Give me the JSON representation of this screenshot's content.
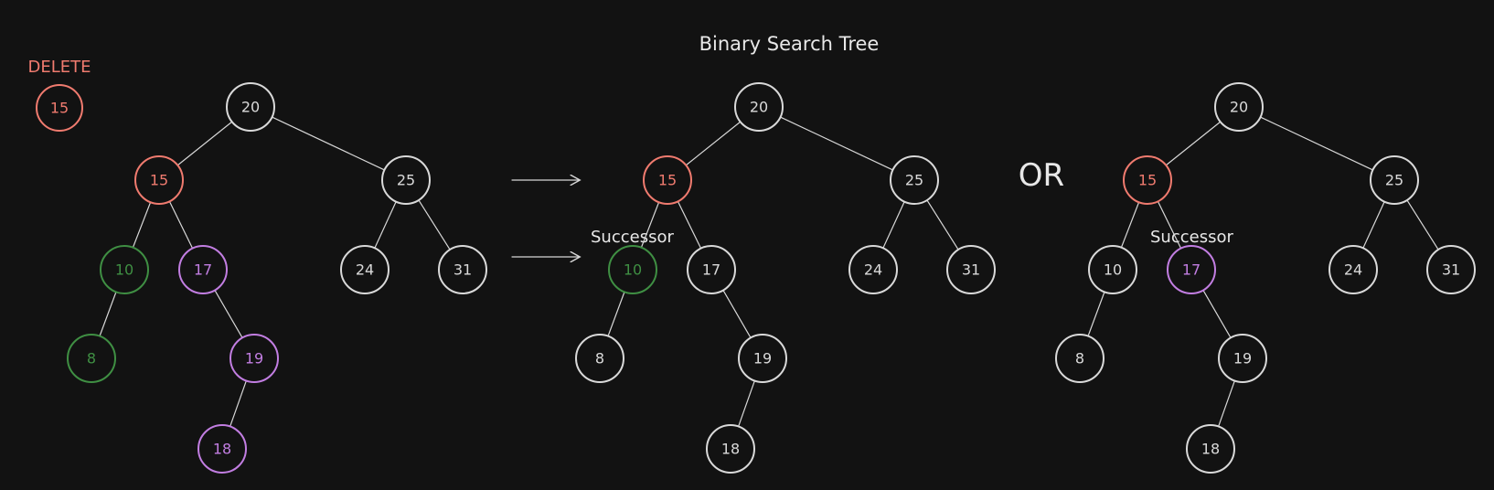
{
  "title": "Binary Search Tree",
  "delete_label": "DELETE",
  "delete_value": "15",
  "or_label": "OR",
  "successor_label": "Successor",
  "colors": {
    "background": "#121212",
    "default": "#d9d9d9",
    "delete": "#f07b6f",
    "green": "#3f8f43",
    "purple": "#c27ee2"
  },
  "trees": [
    {
      "nodes": [
        {
          "value": "20",
          "color": "default"
        },
        {
          "value": "15",
          "color": "delete"
        },
        {
          "value": "25",
          "color": "default"
        },
        {
          "value": "10",
          "color": "green"
        },
        {
          "value": "17",
          "color": "purple"
        },
        {
          "value": "24",
          "color": "default"
        },
        {
          "value": "31",
          "color": "default"
        },
        {
          "value": "8",
          "color": "green"
        },
        {
          "value": "19",
          "color": "purple"
        },
        {
          "value": "18",
          "color": "purple"
        }
      ]
    },
    {
      "nodes": [
        {
          "value": "20",
          "color": "default"
        },
        {
          "value": "15",
          "color": "delete"
        },
        {
          "value": "25",
          "color": "default"
        },
        {
          "value": "10",
          "color": "green"
        },
        {
          "value": "17",
          "color": "default"
        },
        {
          "value": "24",
          "color": "default"
        },
        {
          "value": "31",
          "color": "default"
        },
        {
          "value": "8",
          "color": "default"
        },
        {
          "value": "19",
          "color": "default"
        },
        {
          "value": "18",
          "color": "default"
        }
      ]
    },
    {
      "nodes": [
        {
          "value": "20",
          "color": "default"
        },
        {
          "value": "15",
          "color": "delete"
        },
        {
          "value": "25",
          "color": "default"
        },
        {
          "value": "10",
          "color": "default"
        },
        {
          "value": "17",
          "color": "purple"
        },
        {
          "value": "24",
          "color": "default"
        },
        {
          "value": "31",
          "color": "default"
        },
        {
          "value": "8",
          "color": "default"
        },
        {
          "value": "19",
          "color": "default"
        },
        {
          "value": "18",
          "color": "default"
        }
      ]
    }
  ]
}
